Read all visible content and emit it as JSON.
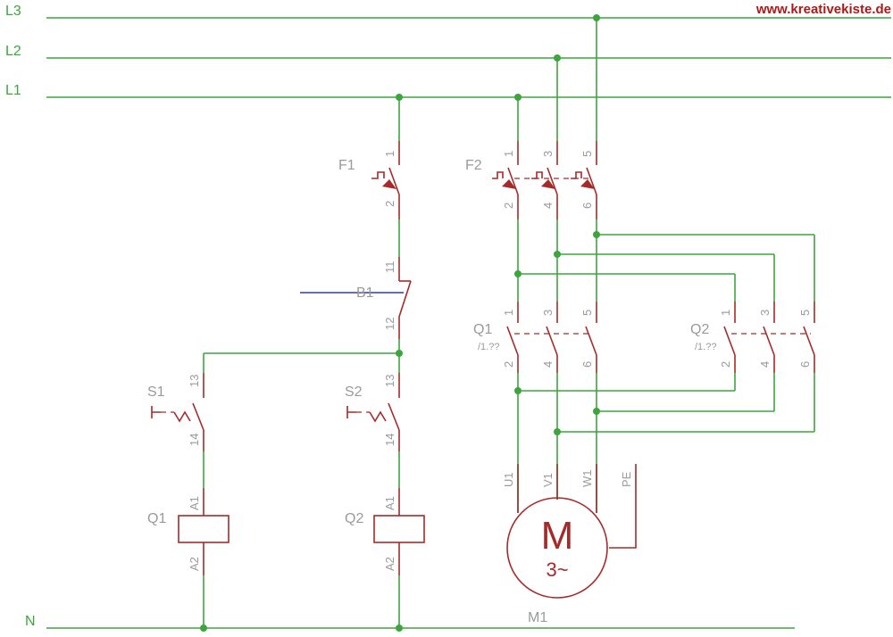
{
  "website": "www.kreativekiste.de",
  "buses": {
    "l3": "L3",
    "l2": "L2",
    "l1": "L1",
    "n": "N"
  },
  "devices": {
    "f1": "F1",
    "f2": "F2",
    "b1": "B1",
    "s1": "S1",
    "s2": "S2",
    "q1_contact": "Q1",
    "q2_contact": "Q2",
    "q1_coil": "Q1",
    "q2_coil": "Q2",
    "m1": "M1"
  },
  "refs": {
    "q1": "/1.??",
    "q2": "/1.??"
  },
  "pins": {
    "f1_1": "1",
    "f1_2": "2",
    "b1_11": "11",
    "b1_12": "12",
    "s1_13": "13",
    "s1_14": "14",
    "s2_13": "13",
    "s2_14": "14",
    "q1coil_a1": "A1",
    "q1coil_a2": "A2",
    "q2coil_a1": "A1",
    "q2coil_a2": "A2",
    "f2_1": "1",
    "f2_3": "3",
    "f2_5": "5",
    "f2_2": "2",
    "f2_4": "4",
    "f2_6": "6",
    "q1_1": "1",
    "q1_3": "3",
    "q1_5": "5",
    "q1_2": "2",
    "q1_4": "4",
    "q1_6": "6",
    "q2_1": "1",
    "q2_3": "3",
    "q2_5": "5",
    "q2_2": "2",
    "q2_4": "4",
    "q2_6": "6",
    "u1": "U1",
    "v1": "V1",
    "w1": "W1",
    "pe": "PE"
  },
  "motor": {
    "letter": "M",
    "phase": "3~"
  },
  "colors": {
    "wire": "#3da53d",
    "device": "#a52a2a",
    "label": "#9a9a9a",
    "signal": "#2b3aa6",
    "url": "#b01818"
  }
}
